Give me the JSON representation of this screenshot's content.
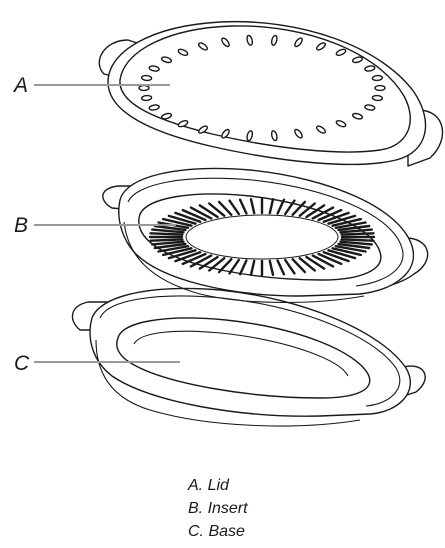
{
  "callouts": {
    "lid": "A",
    "insert": "B",
    "base": "C"
  },
  "legend": {
    "lid": "A. Lid",
    "insert": "B. Insert",
    "base": "C. Base"
  },
  "colors": {
    "outline": "#1a1a1a",
    "leader_line": "#9a9a9a",
    "background": "#ffffff"
  }
}
